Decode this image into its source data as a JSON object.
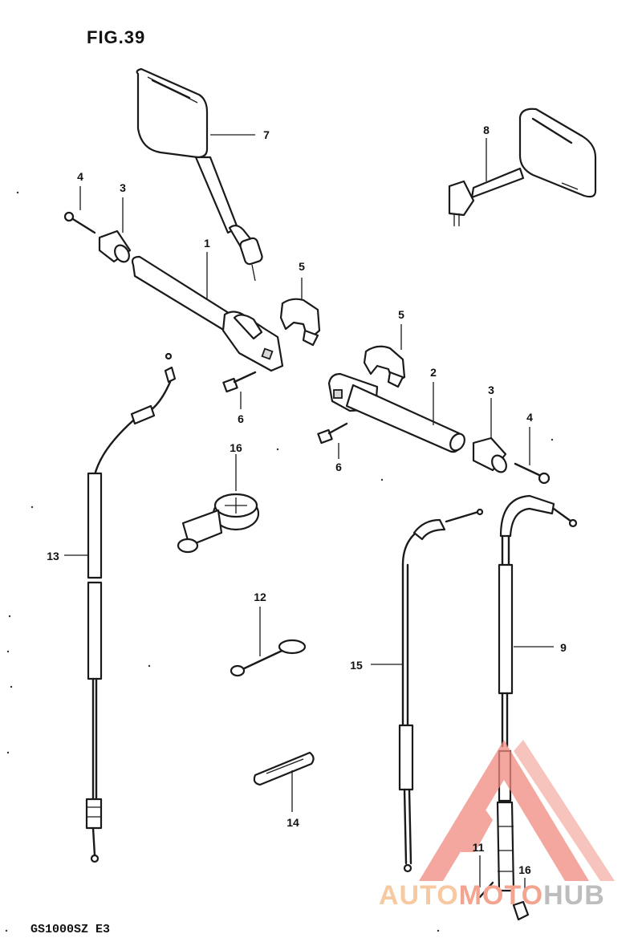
{
  "figure": {
    "title": "FIG.39",
    "model_code": "GS1000SZ  E3"
  },
  "callouts": [
    {
      "id": "c1",
      "text": "1"
    },
    {
      "id": "c2",
      "text": "2"
    },
    {
      "id": "c3a",
      "text": "3"
    },
    {
      "id": "c3b",
      "text": "3"
    },
    {
      "id": "c4a",
      "text": "4"
    },
    {
      "id": "c4b",
      "text": "4"
    },
    {
      "id": "c5a",
      "text": "5"
    },
    {
      "id": "c5b",
      "text": "5"
    },
    {
      "id": "c6a",
      "text": "6"
    },
    {
      "id": "c6b",
      "text": "6"
    },
    {
      "id": "c7",
      "text": "7"
    },
    {
      "id": "c8",
      "text": "8"
    },
    {
      "id": "c9",
      "text": "9"
    },
    {
      "id": "c11",
      "text": "11"
    },
    {
      "id": "c12",
      "text": "12"
    },
    {
      "id": "c13",
      "text": "13"
    },
    {
      "id": "c14",
      "text": "14"
    },
    {
      "id": "c15",
      "text": "15"
    },
    {
      "id": "c16a",
      "text": "16"
    },
    {
      "id": "c16b",
      "text": "16"
    }
  ],
  "watermark": {
    "part_a": "AUTO",
    "part_b": "MOTO",
    "part_c": "HUB",
    "colors": {
      "triangle": "#f08a80",
      "auto": "#f7c9a0",
      "moto": "#f3a38e",
      "hub": "#bdbdbd"
    }
  }
}
